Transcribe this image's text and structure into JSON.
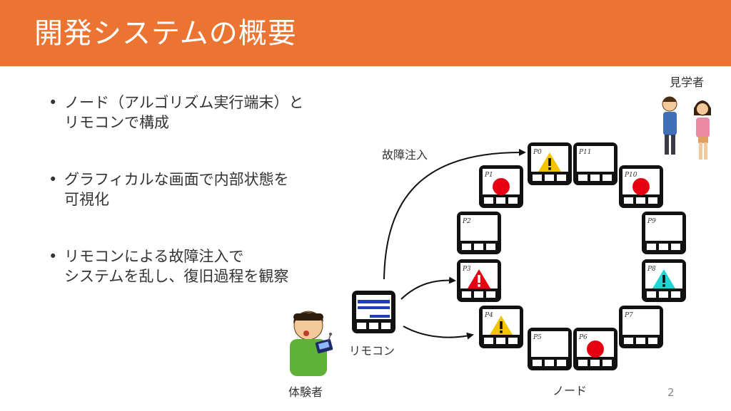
{
  "slide": {
    "title": "開発システムの概要",
    "page_number": "2",
    "accent_color": "#ec7432"
  },
  "bullets": [
    {
      "lines": [
        "ノード（アルゴリズム実行端末）と",
        "リモコンで構成"
      ]
    },
    {
      "lines": [
        "グラフィカルな画面で内部状態を",
        "可視化"
      ]
    },
    {
      "lines": [
        "リモコンによる故障注入で",
        "システムを乱し、復旧過程を観察"
      ]
    }
  ],
  "diagram": {
    "label_observers": "見学者",
    "label_fault_injection": "故障注入",
    "label_remote": "リモコン",
    "label_experiencer": "体験者",
    "label_nodes": "ノード",
    "nodes": [
      {
        "id": "P0",
        "status": "warning-yellow"
      },
      {
        "id": "P11",
        "status": "none"
      },
      {
        "id": "P10",
        "status": "red-dot"
      },
      {
        "id": "P9",
        "status": "none"
      },
      {
        "id": "P8",
        "status": "warning-cyan"
      },
      {
        "id": "P7",
        "status": "none"
      },
      {
        "id": "P6",
        "status": "red-dot"
      },
      {
        "id": "P5",
        "status": "none"
      },
      {
        "id": "P4",
        "status": "warning-yellow"
      },
      {
        "id": "P3",
        "status": "warning-red"
      },
      {
        "id": "P2",
        "status": "none"
      },
      {
        "id": "P1",
        "status": "red-dot"
      }
    ]
  }
}
